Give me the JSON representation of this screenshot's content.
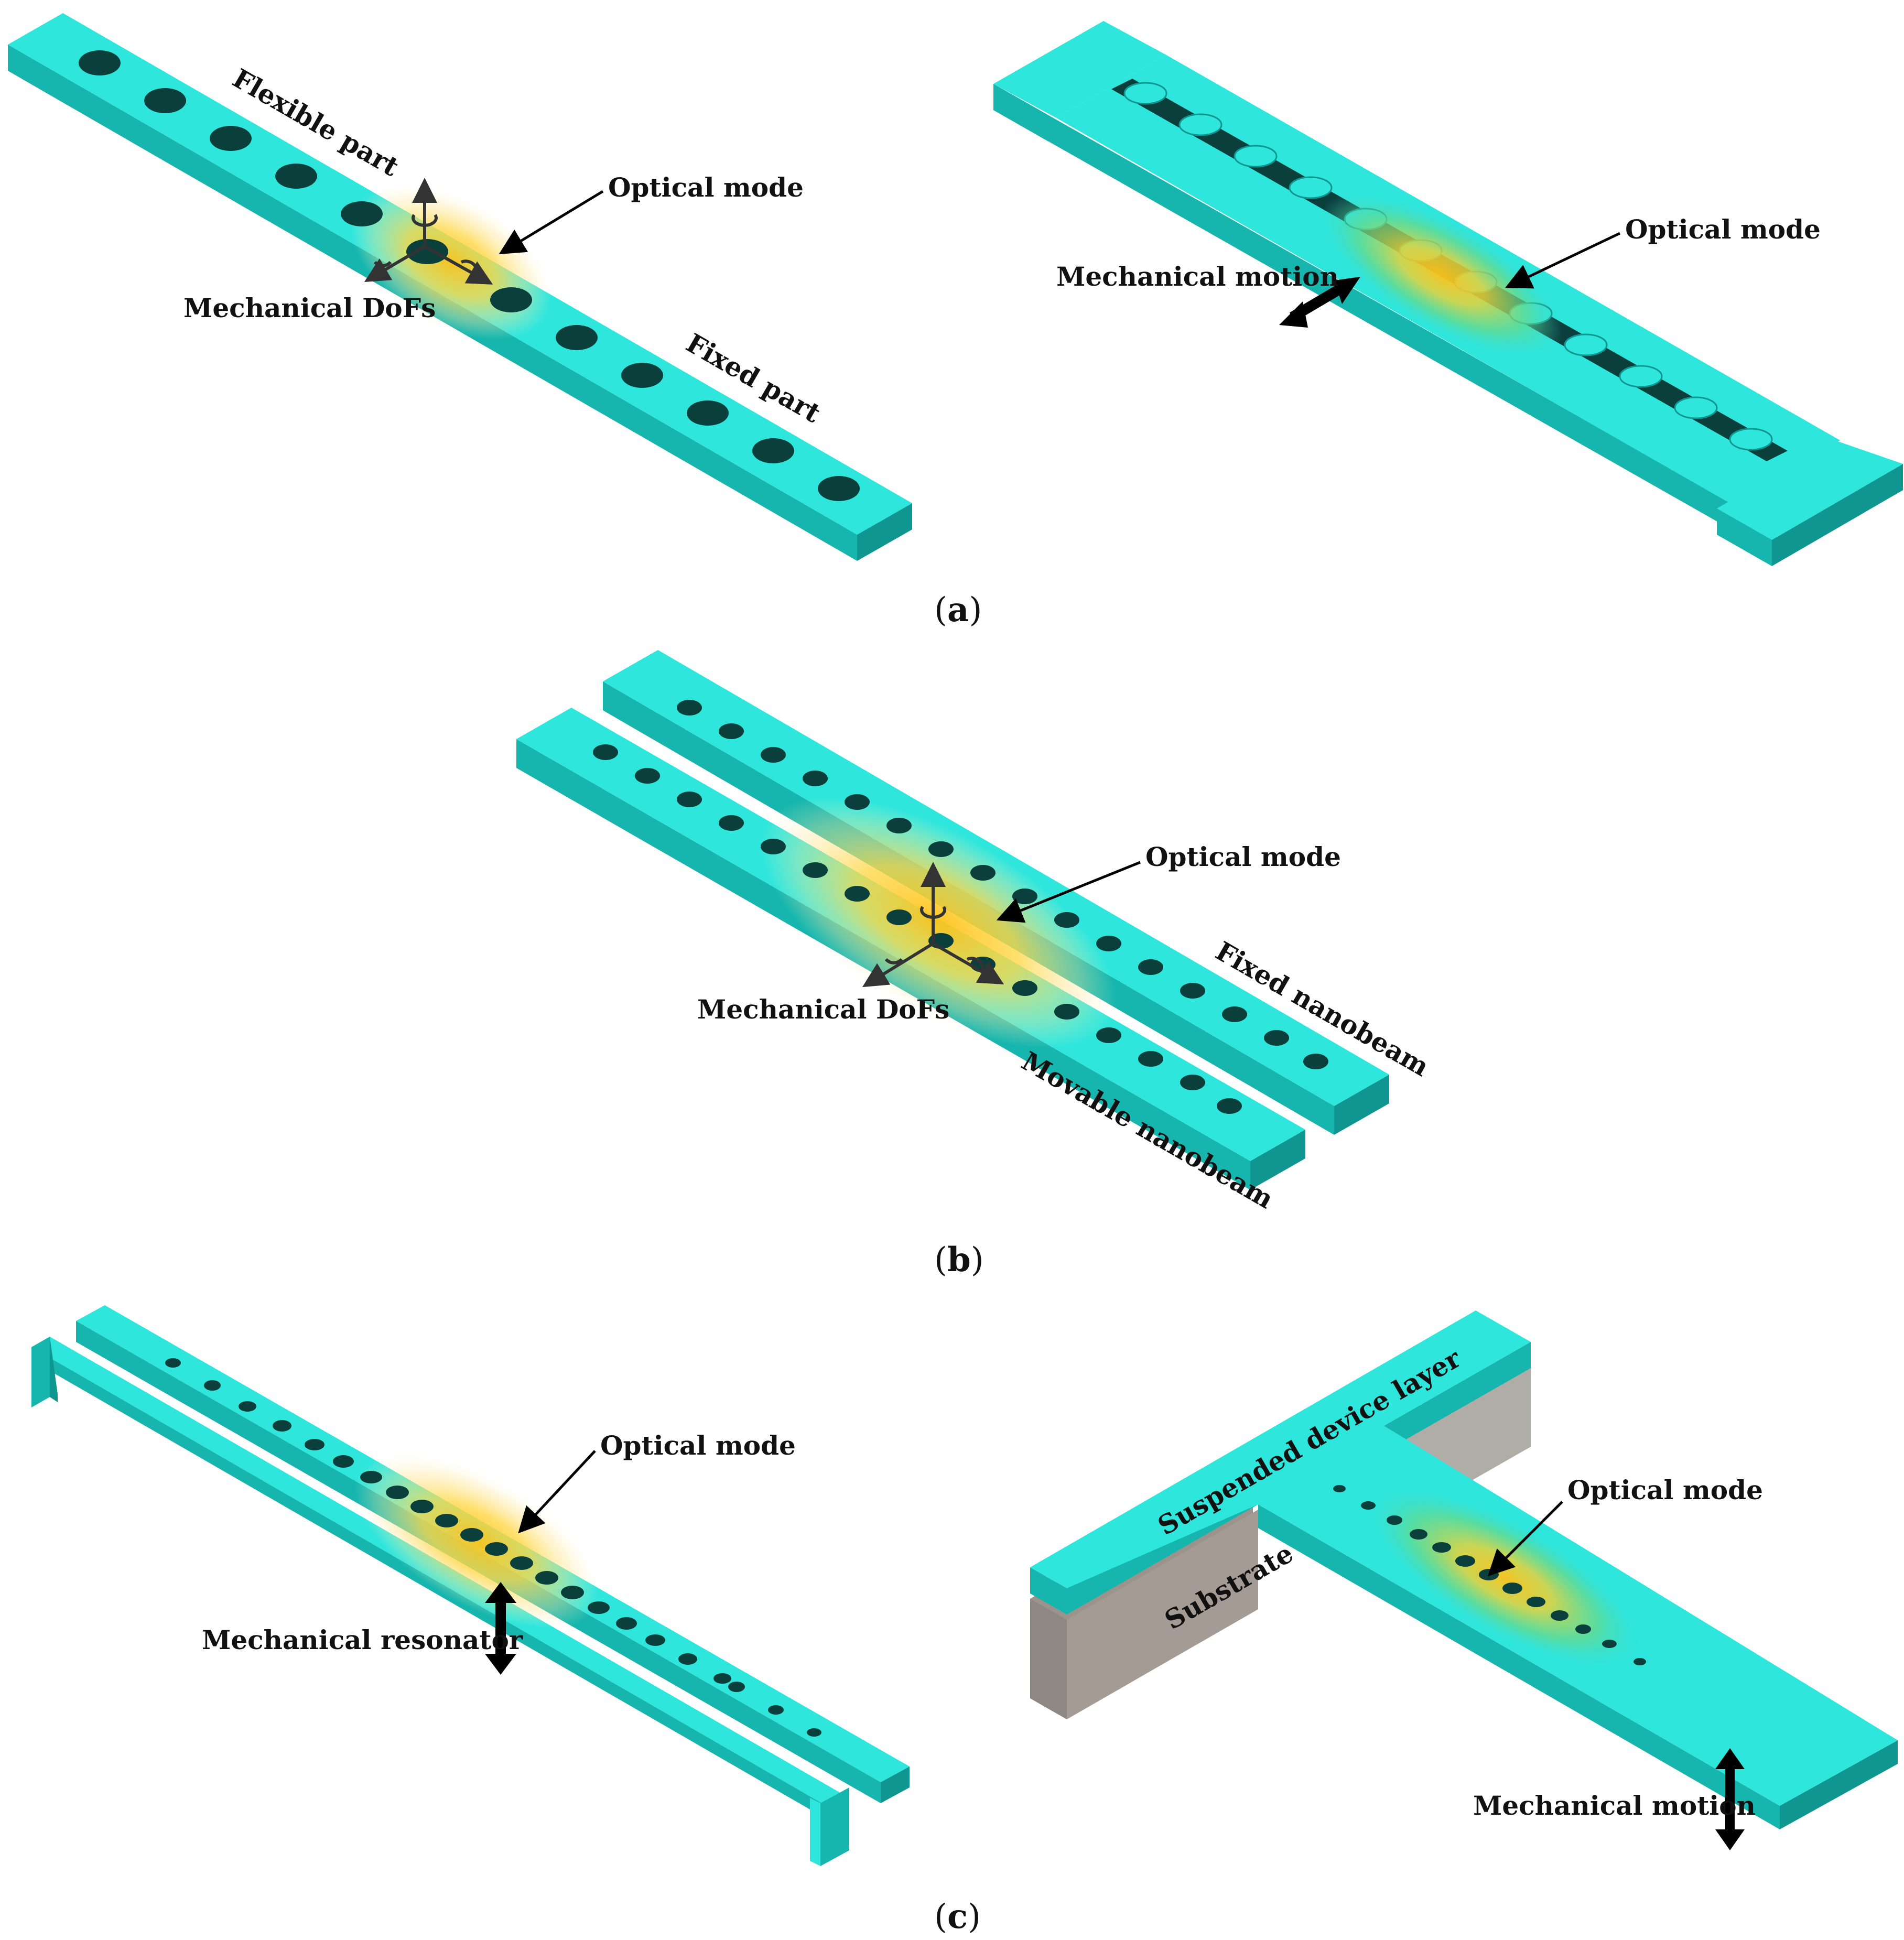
{
  "figure": {
    "panel_a": {
      "caption_letter": "a",
      "left": {
        "flexible_part": "Flexible part",
        "optical_mode": "Optical mode",
        "mechanical_dofs": "Mechanical DoFs",
        "fixed_part": "Fixed part"
      },
      "right": {
        "mechanical_motion": "Mechanical motion",
        "optical_mode": "Optical mode"
      }
    },
    "panel_b": {
      "caption_letter": "b",
      "optical_mode": "Optical mode",
      "mechanical_dofs": "Mechanical DoFs",
      "fixed_nanobeam": "Fixed nanobeam",
      "movable_nanobeam": "Movable nanobeam"
    },
    "panel_c": {
      "caption_letter": "c",
      "left": {
        "optical_mode": "Optical mode",
        "mechanical_resonator": "Mechanical resonator"
      },
      "right": {
        "suspended_device_layer": "Suspended device layer",
        "substrate": "Substrate",
        "optical_mode": "Optical mode",
        "mechanical_motion": "Mechanical motion"
      }
    },
    "colors": {
      "beam_top": "#2ee6dc",
      "beam_side": "#16b6ae",
      "beam_shadow": "#0f9690",
      "hole": "#0b3f3c",
      "mode_core": "#ffd23a",
      "mode_edge": "#ffe066",
      "mode_green": "#4fd4a2",
      "substrate_front": "#8e8884",
      "substrate_side": "#b0aca6",
      "arrow": "#000000",
      "text": "#111111"
    }
  }
}
